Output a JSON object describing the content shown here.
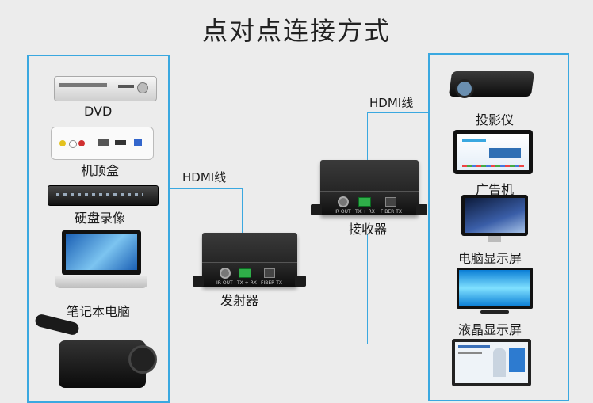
{
  "title": "点对点连接方式",
  "left_devices": [
    {
      "label": "DVD",
      "icon": "dvd-player-icon"
    },
    {
      "label": "机顶盒",
      "icon": "set-top-box-icon"
    },
    {
      "label": "硬盘录像",
      "icon": "dvr-icon"
    },
    {
      "label": "笔记本电脑",
      "icon": "laptop-icon"
    },
    {
      "label": "",
      "icon": "camcorder-icon"
    }
  ],
  "right_devices": [
    {
      "label": "投影仪",
      "icon": "projector-icon"
    },
    {
      "label": "广告机",
      "icon": "ad-display-icon"
    },
    {
      "label": "电脑显示屏",
      "icon": "monitor-icon"
    },
    {
      "label": "液晶显示屏",
      "icon": "lcd-screen-icon"
    },
    {
      "label": "",
      "icon": "info-screen-icon"
    }
  ],
  "transmitter": {
    "label": "发射器",
    "ports": [
      "IR OUT",
      "TX + RX",
      "FIBER TX"
    ]
  },
  "receiver": {
    "label": "接收器",
    "ports": [
      "IR OUT",
      "TX + RX",
      "FIBER TX"
    ]
  },
  "cable_left_label": "HDMI线",
  "cable_right_label": "HDMI线",
  "colors": {
    "panel_border": "#3aa8e0",
    "wire": "#3aa8e0",
    "background": "#ececec"
  }
}
